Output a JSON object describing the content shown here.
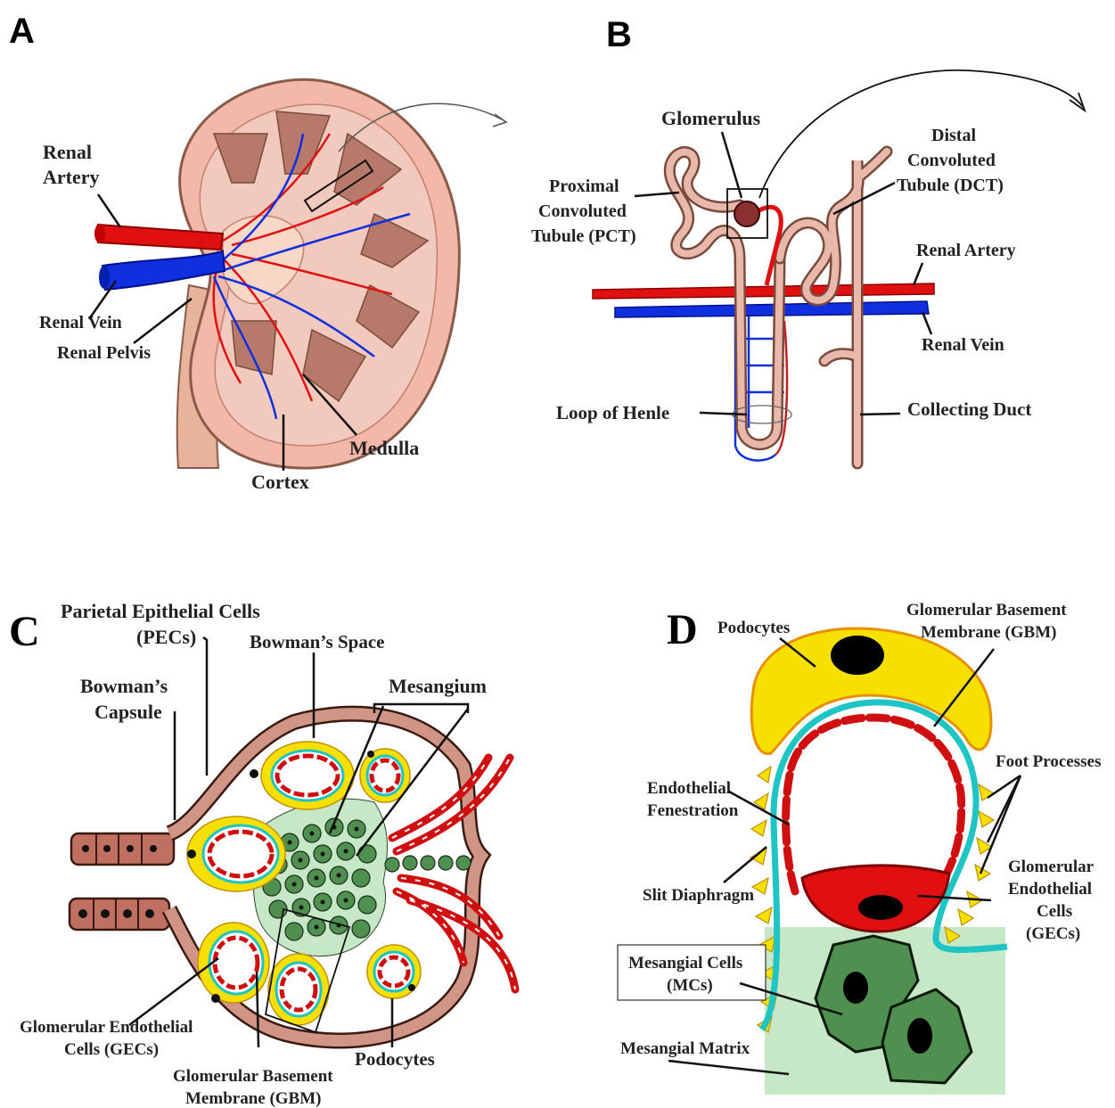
{
  "panels": {
    "a": {
      "letter": "A",
      "labels": {
        "renal_artery_line1": "Renal",
        "renal_artery_line2": "Artery",
        "renal_vein": "Renal Vein",
        "renal_pelvis": "Renal Pelvis",
        "medulla": "Medulla",
        "cortex": "Cortex"
      }
    },
    "b": {
      "letter": "B",
      "labels": {
        "glomerulus": "Glomerulus",
        "pct_line1": "Proximal",
        "pct_line2": "Convoluted",
        "pct_line3": "Tubule (PCT)",
        "dct_line1": "Distal",
        "dct_line2": "Convoluted",
        "dct_line3": "Tubule (DCT)",
        "renal_artery": "Renal Artery",
        "renal_vein": "Renal Vein",
        "loop_of_henle": "Loop of Henle",
        "collecting_duct": "Collecting Duct"
      }
    },
    "c": {
      "letter": "C",
      "labels": {
        "pecs_line1": "Parietal Epithelial Cells",
        "pecs_line2": "(PECs)",
        "bowmans_space": "Bowman’s Space",
        "bowmans_capsule_line1": "Bowman’s",
        "bowmans_capsule_line2": "Capsule",
        "mesangium": "Mesangium",
        "gecs_line1": "Glomerular Endothelial",
        "gecs_line2": "Cells (GECs)",
        "gbm_line1": "Glomerular Basement",
        "gbm_line2": "Membrane (GBM)",
        "podocytes": "Podocytes"
      }
    },
    "d": {
      "letter": "D",
      "labels": {
        "podocytes": "Podocytes",
        "gbm_line1": "Glomerular Basement",
        "gbm_line2": "Membrane (GBM)",
        "foot_processes": "Foot Processes",
        "endo_fen_line1": "Endothelial",
        "endo_fen_line2": "Fenestration",
        "slit_diaphragm": "Slit Diaphragm",
        "gecs_line1": "Glomerular",
        "gecs_line2": "Endothelial",
        "gecs_line3": "Cells",
        "gecs_line4": "(GECs)",
        "mcs_line1": "Mesangial Cells",
        "mcs_line2": "(MCs)",
        "mesangial_matrix": "Mesangial Matrix"
      }
    }
  },
  "colors": {
    "artery": "#e01010",
    "vein": "#1030e0",
    "kidney_outer": "#f4b8a8",
    "tubule": "#d9a39a",
    "podocyte": "#f7e000",
    "mesangium": "#4f8f4f",
    "gbm": "#1fc4c4",
    "matrix": "#c7e8c7"
  }
}
